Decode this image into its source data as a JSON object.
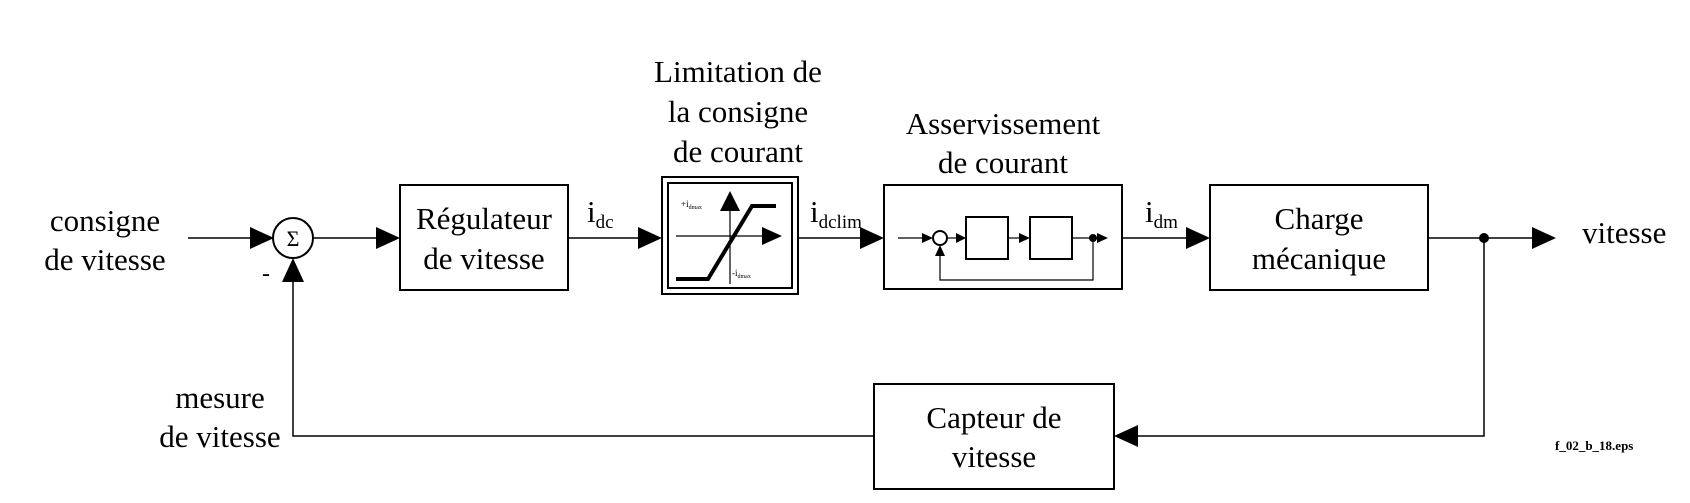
{
  "input_label": [
    "consigne",
    "de vitesse"
  ],
  "summer": {
    "symbol": "Σ",
    "minus_sign": "-"
  },
  "feedback_label": [
    "mesure",
    "de vitesse"
  ],
  "blocks": {
    "speed_regulator": [
      "Régulateur",
      "de vitesse"
    ],
    "current_limit_title": [
      "Limitation de",
      "la consigne",
      "de courant"
    ],
    "current_limit_inner": {
      "upper": "+i",
      "upper_sub": "dmax",
      "lower": "-i",
      "lower_sub": "dmax"
    },
    "current_loop_title": [
      "Asservissement",
      "de courant"
    ],
    "mechanical_load": [
      "Charge",
      "mécanique"
    ],
    "speed_sensor": [
      "Capteur de",
      "vitesse"
    ]
  },
  "signals": {
    "idc": {
      "base": "i",
      "sub": "dc"
    },
    "idclim": {
      "base": "i",
      "sub": "dclim"
    },
    "idm": {
      "base": "i",
      "sub": "dm"
    }
  },
  "output_label": "vitesse",
  "file_ref": "f_02_b_18.eps"
}
